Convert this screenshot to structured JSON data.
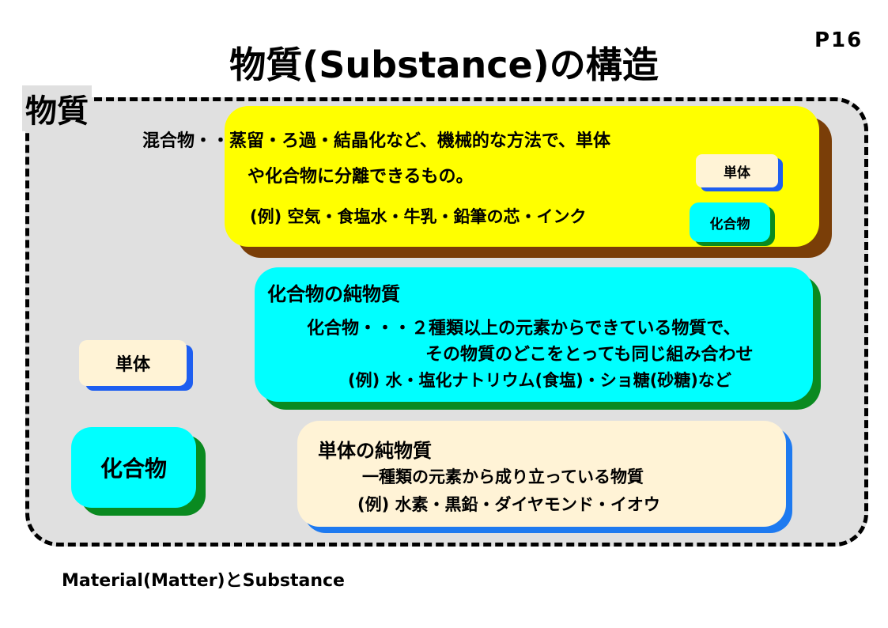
{
  "header": {
    "title": "物質(Substance)の構造",
    "page_number": "P16"
  },
  "outer": {
    "label": "物質"
  },
  "mixture": {
    "definition_line1": "混合物・・蒸留・ろ過・結晶化など、機械的な方法で、単体",
    "definition_line2": "や化合物に分離できるもの。",
    "example": "(例) 空気・食塩水・牛乳・鉛筆の芯・インク"
  },
  "compound": {
    "heading": "化合物の純物質",
    "definition_line1": "化合物・・・２種類以上の元素からできている物質で、",
    "definition_line2": "その物質のどこをとっても同じ組み合わせ",
    "example": "(例) 水・塩化ナトリウム(食塩)・ショ糖(砂糖)など"
  },
  "element": {
    "heading": "単体の純物質",
    "definition": "一種類の元素から成り立っている物質",
    "example": "(例) 水素・黒鉛・ダイヤモンド・イオウ"
  },
  "legend": {
    "element_label": "単体",
    "compound_label": "化合物"
  },
  "footer": {
    "caption": "Material(Matter)とSubstance"
  },
  "colors": {
    "outer_fill": "#e0e0e0",
    "mixture_fill": "#ffff00",
    "mixture_shadow": "#7a3e08",
    "compound_fill": "#00ffff",
    "compound_shadow": "#0a8a20",
    "element_fill": "#fff3d6",
    "element_shadow": "#1e7af0"
  }
}
